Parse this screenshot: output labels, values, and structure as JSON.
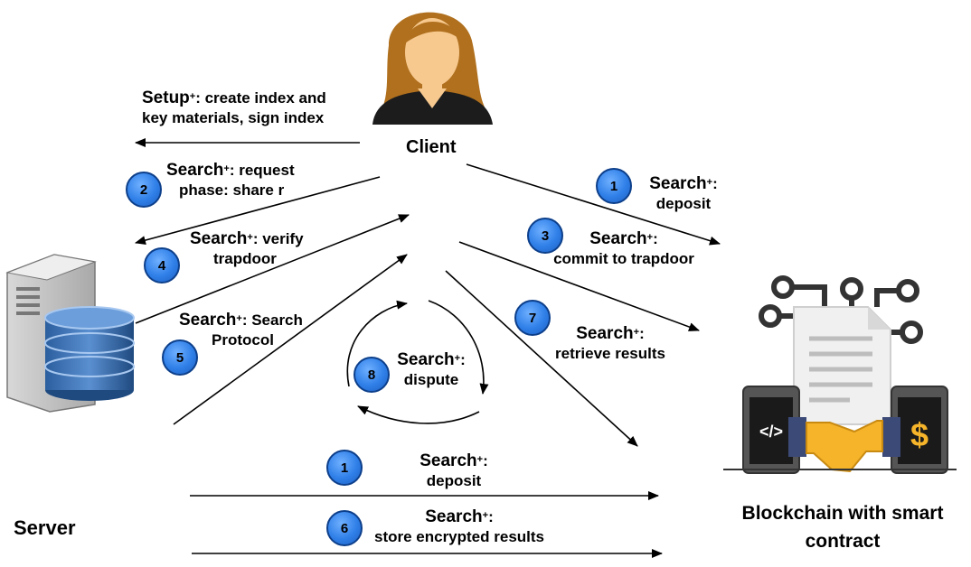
{
  "actors": {
    "client": "Client",
    "server": "Server",
    "blockchain_line1": "Blockchain with smart",
    "blockchain_line2": "contract"
  },
  "labels": {
    "setup": {
      "word": "Setup",
      "sup": "+",
      "rest": ": create  index and",
      "line2": "key materials, sign index"
    },
    "search_request": {
      "word": "Search",
      "sup": "+",
      "rest": ": request",
      "line2": "phase: share r"
    },
    "search_verify": {
      "word": "Search",
      "sup": "+",
      "rest": ": verify",
      "line2": "trapdoor"
    },
    "search_protocol": {
      "word": "Search",
      "sup": "+",
      "rest": ": Search",
      "line2": "Protocol"
    },
    "search_dispute": {
      "word": "Search",
      "sup": "+",
      "rest": ":",
      "line2": "dispute"
    },
    "search_deposit_client": {
      "word": "Search",
      "sup": "+",
      "rest": ":",
      "line2": "deposit"
    },
    "search_commit": {
      "word": "Search",
      "sup": "+",
      "rest": ":",
      "line2": "commit to trapdoor"
    },
    "search_retrieve": {
      "word": "Search",
      "sup": "+",
      "rest": ":",
      "line2": "retrieve results"
    },
    "search_deposit_server": {
      "word": "Search",
      "sup": "+",
      "rest": ":",
      "line2": "deposit"
    },
    "search_store": {
      "word": "Search",
      "sup": "+",
      "rest": ":",
      "line2": "store encrypted results"
    }
  },
  "steps": {
    "s1_client": "1",
    "s2": "2",
    "s3": "3",
    "s4": "4",
    "s5": "5",
    "s6": "6",
    "s7": "7",
    "s8": "8",
    "s1_server": "1"
  },
  "icons": {
    "client": "person-icon",
    "server": "server-database-icon",
    "blockchain": "smart-contract-handshake-icon",
    "code_symbol": "</>",
    "dollar_symbol": "$"
  },
  "colors": {
    "step_fill": "#2f7fe8",
    "hair": "#b0701e",
    "skin": "#f7c98f",
    "gold": "#f5b42a"
  }
}
